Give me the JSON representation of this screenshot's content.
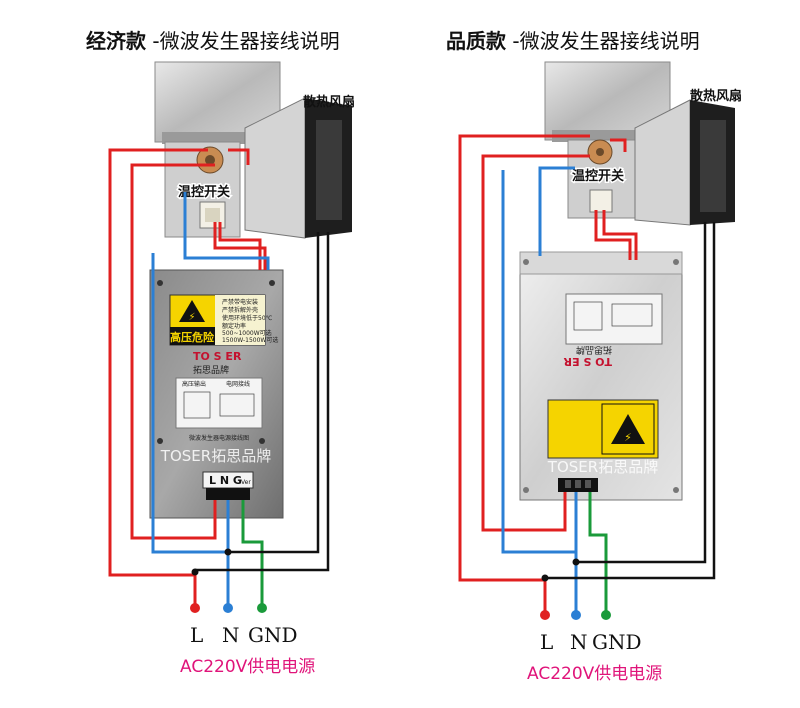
{
  "title": {
    "economy_bold": "经济款",
    "economy_rest": " -微波发生器接线说明",
    "quality_bold": "品质款",
    "quality_rest": " -微波发生器接线说明"
  },
  "labels": {
    "fan": "散热风扇",
    "thermostat": "温控开关",
    "watermark": "TOSER拓思品牌",
    "terminal_header": "L N G",
    "terminal_header_small": "Ver",
    "brand_en": "TO S ER",
    "brand_cn": "拓思品牌",
    "hv_danger": "高压危险",
    "warn_lines": [
      "严禁带电安装",
      "严禁拆解外壳",
      "使用环境低于50℃"
    ],
    "power_notes": [
      "额定功率",
      "500~1000W可选",
      "1500W-1500W可选"
    ],
    "diagram_caption": "微波发生器电源接线图",
    "diagram_labels": [
      "高压输出",
      "电网接线"
    ],
    "terminals": [
      "L",
      "N",
      "GND"
    ],
    "supply": "AC220V供电电源"
  },
  "colors": {
    "live": "#e02020",
    "neutral": "#2b7fd4",
    "ground": "#1a9a3a",
    "return": "#111111",
    "warning_yellow": "#f5d400",
    "supply_text": "#e0147a"
  },
  "icons": {
    "hazard": "high-voltage-warning-icon",
    "terminal_dot": "terminal-dot-icon"
  }
}
